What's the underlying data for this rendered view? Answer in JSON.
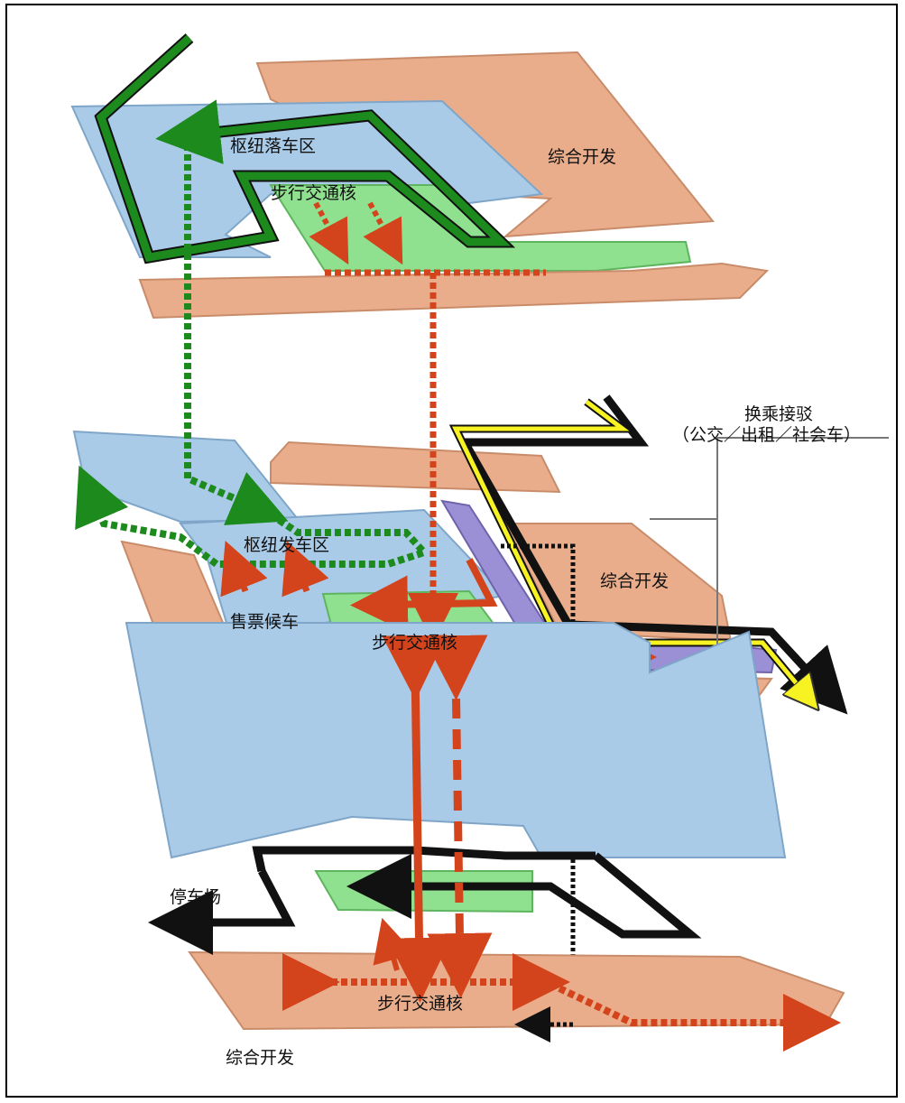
{
  "labels": {
    "top_dropoff": "枢纽落车区",
    "top_walk_core": "步行交通核",
    "top_commercial": "综合开发",
    "mid_departure": "枢纽发车区",
    "mid_ticket_wait": "售票候车",
    "mid_walk_core": "步行交通核",
    "mid_commercial": "综合开发",
    "transfer_title": "换乘接驳",
    "transfer_detail": "（公交／出租／社会车）",
    "bottom_parking": "停车场",
    "bottom_walk_core": "步行交通核",
    "bottom_commercial": "综合开发"
  },
  "colors": {
    "blue_zone": "#a9cbe8",
    "blue_edge": "#7fa6c8",
    "commercial": "#e9ad8b",
    "commercial_edge": "#c98c6a",
    "walk_core": "#8fe08f",
    "green_route": "#1d8a1d",
    "red_route": "#d4441c",
    "yellow_route": "#f7f221",
    "black_route": "#111111",
    "purple_ramp": "#9b8fd6"
  }
}
